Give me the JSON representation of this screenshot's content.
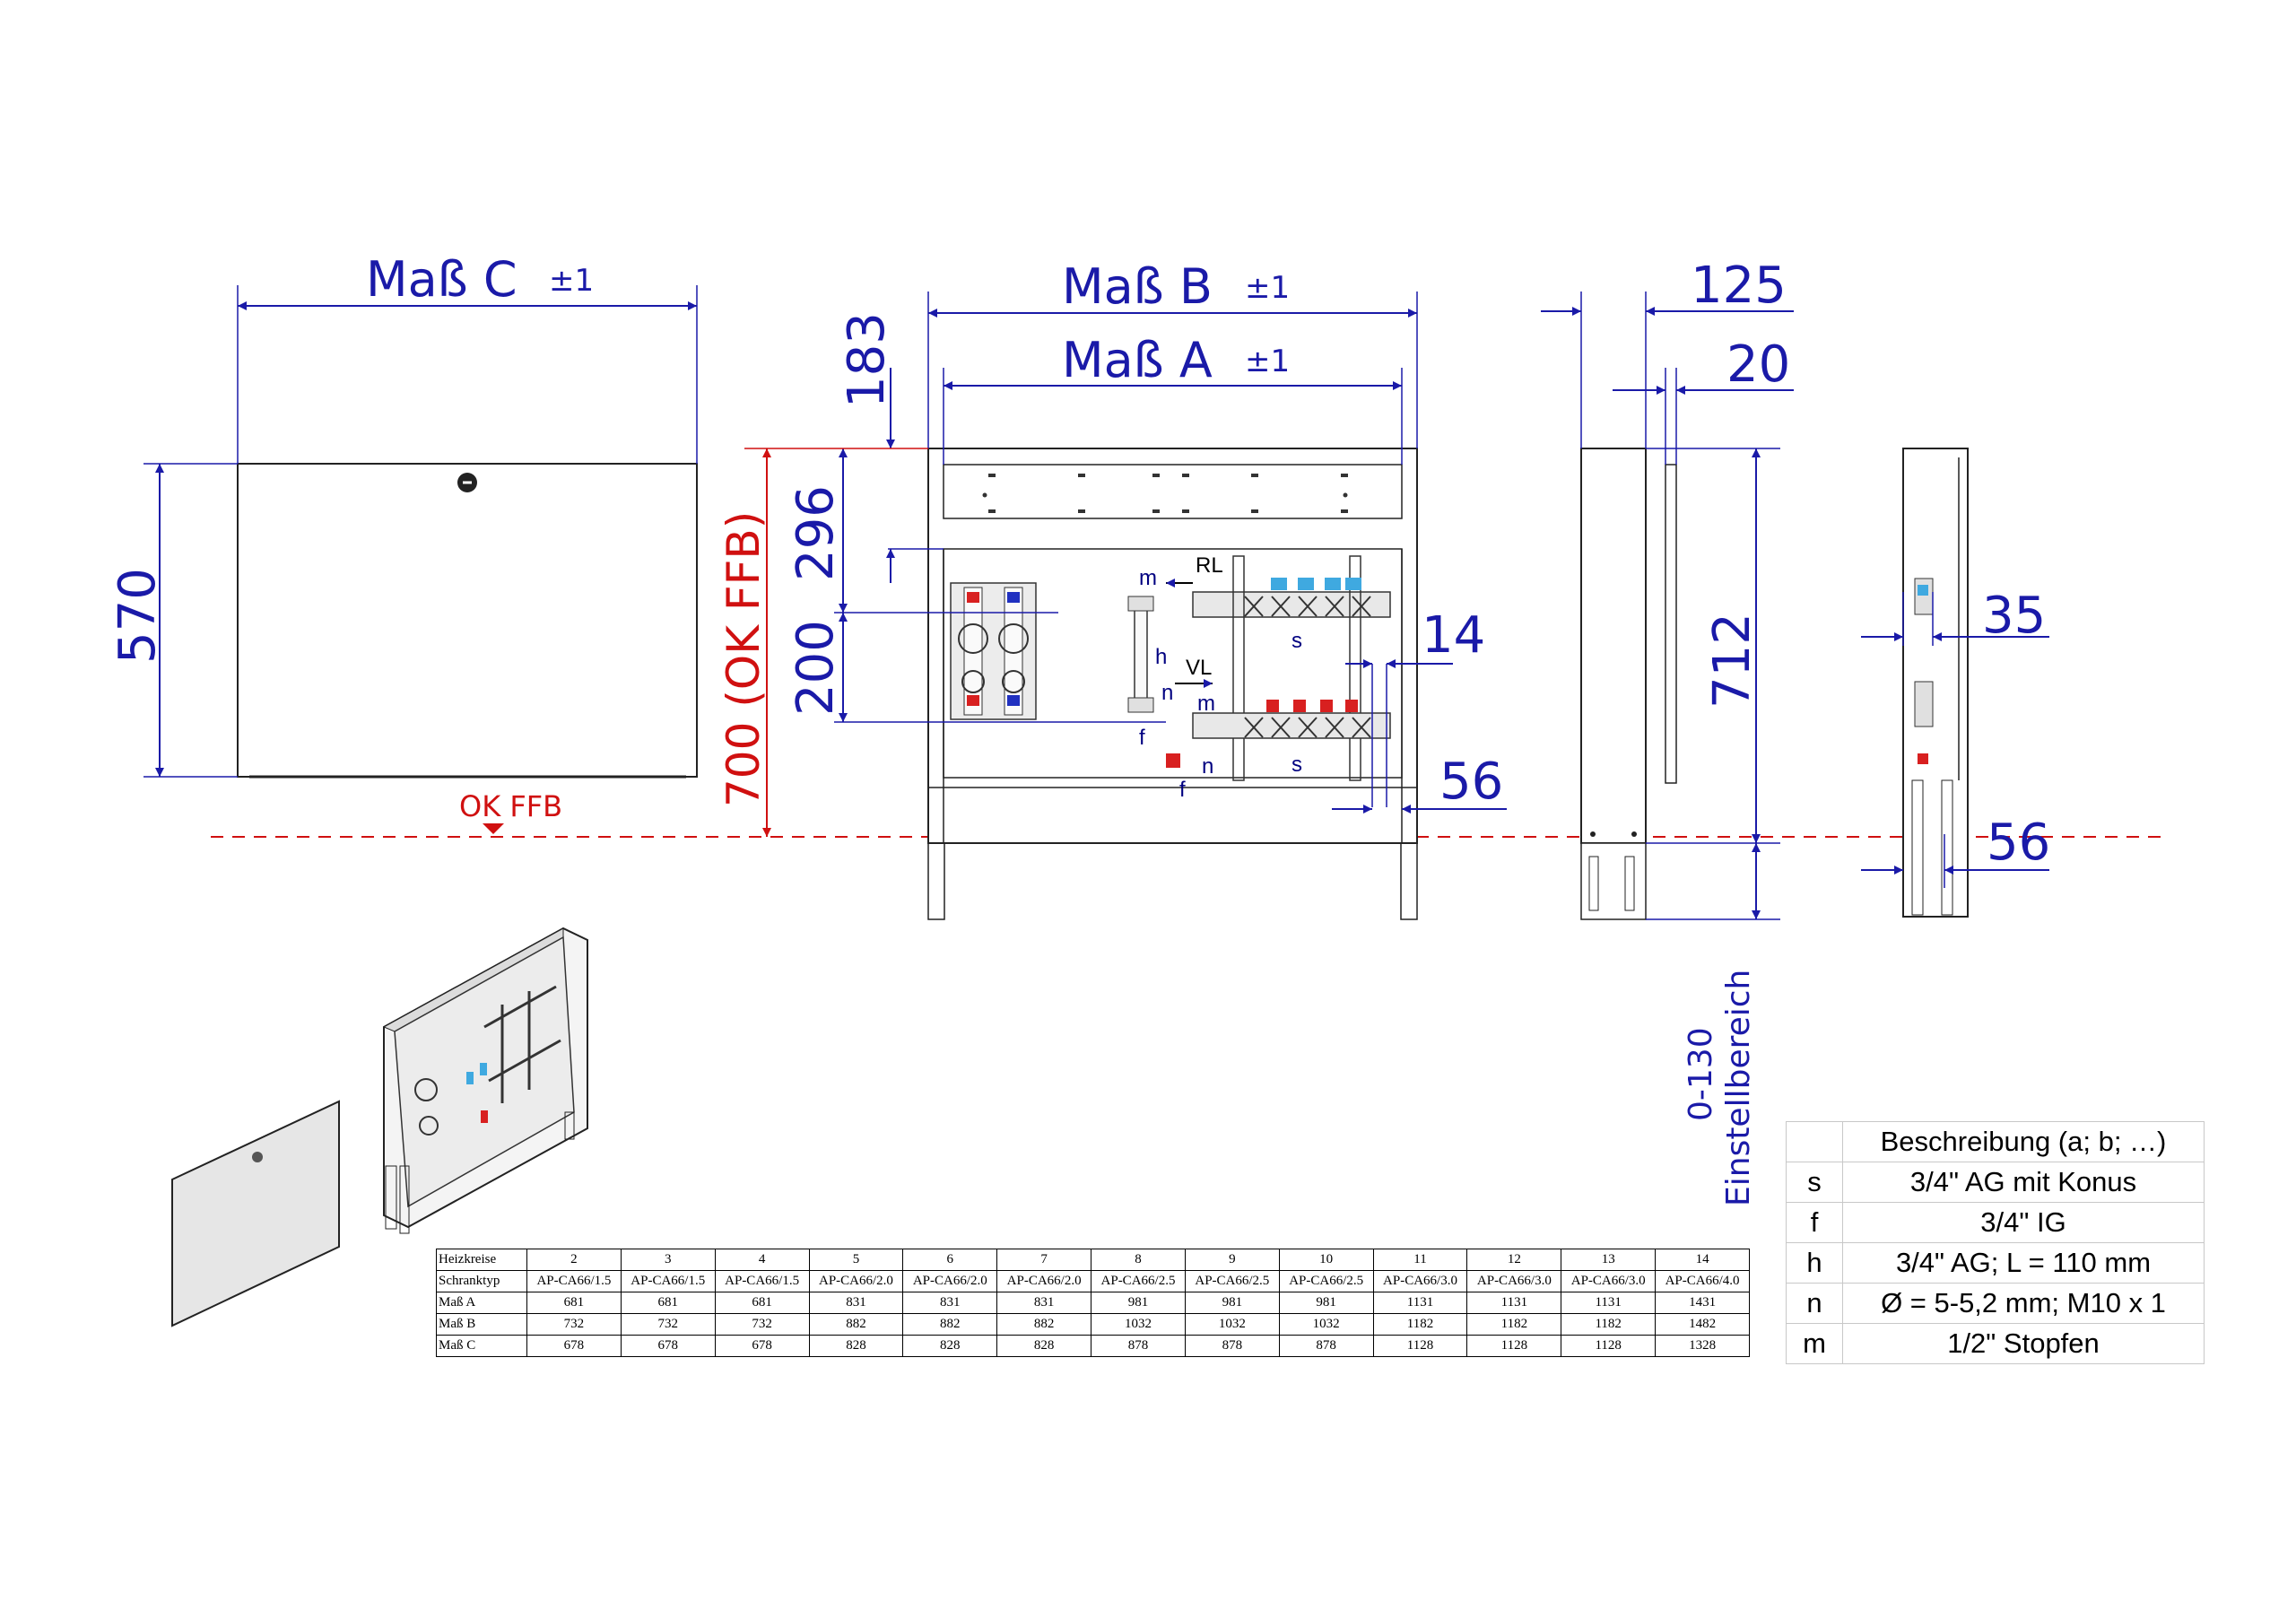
{
  "dimensions": {
    "mass_c": "Maß C",
    "mass_b": "Maß B",
    "mass_a": "Maß A",
    "tolerance": "±1",
    "d570": "570",
    "d183": "183",
    "d296": "296",
    "d200": "200",
    "d700": "700 (OK FFB)",
    "d125": "125",
    "d20": "20",
    "d712": "712",
    "d14": "14",
    "d56a": "56",
    "d35": "35",
    "d56b": "56",
    "adjust_range": "0-130",
    "adjust_label": "Einstellbereich"
  },
  "labels": {
    "ok_ffb": "OK FFB",
    "rl": "RL",
    "vl": "VL",
    "m": "m",
    "h": "h",
    "n": "n",
    "f": "f",
    "s": "s"
  },
  "colors": {
    "dimension": "#1a1aa8",
    "reference": "#d01010",
    "outline": "#222222",
    "return_cap": "#3fa9e0",
    "flow_cap": "#d82020"
  },
  "spec_table": {
    "rows": [
      {
        "label": "Heizkreise",
        "cells": [
          "2",
          "3",
          "4",
          "5",
          "6",
          "7",
          "8",
          "9",
          "10",
          "11",
          "12",
          "13",
          "14"
        ]
      },
      {
        "label": "Schranktyp",
        "cells": [
          "AP-CA66/1.5",
          "AP-CA66/1.5",
          "AP-CA66/1.5",
          "AP-CA66/2.0",
          "AP-CA66/2.0",
          "AP-CA66/2.0",
          "AP-CA66/2.5",
          "AP-CA66/2.5",
          "AP-CA66/2.5",
          "AP-CA66/3.0",
          "AP-CA66/3.0",
          "AP-CA66/3.0",
          "AP-CA66/4.0"
        ]
      },
      {
        "label": "Maß A",
        "cells": [
          "681",
          "681",
          "681",
          "831",
          "831",
          "831",
          "981",
          "981",
          "981",
          "1131",
          "1131",
          "1131",
          "1431"
        ]
      },
      {
        "label": "Maß B",
        "cells": [
          "732",
          "732",
          "732",
          "882",
          "882",
          "882",
          "1032",
          "1032",
          "1032",
          "1182",
          "1182",
          "1182",
          "1482"
        ]
      },
      {
        "label": "Maß C",
        "cells": [
          "678",
          "678",
          "678",
          "828",
          "828",
          "828",
          "878",
          "878",
          "878",
          "1128",
          "1128",
          "1128",
          "1328"
        ]
      }
    ]
  },
  "legend": {
    "header": "Beschreibung (a; b; …)",
    "rows": [
      {
        "key": "s",
        "desc": "3/4\" AG mit Konus"
      },
      {
        "key": "f",
        "desc": "3/4\" IG"
      },
      {
        "key": "h",
        "desc": "3/4\" AG; L = 110 mm"
      },
      {
        "key": "n",
        "desc": "Ø = 5-5,2 mm; M10 x 1"
      },
      {
        "key": "m",
        "desc": "1/2\" Stopfen"
      }
    ]
  }
}
